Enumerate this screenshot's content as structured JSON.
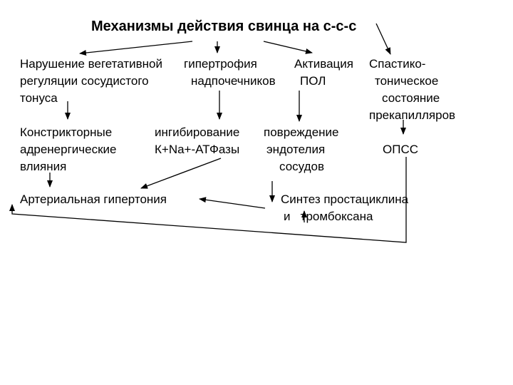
{
  "title": "Механизмы действия свинца на с-с-с",
  "nodes": {
    "veg_reg": [
      "Нарушение вегетативной",
      "регуляции сосудистого",
      " тонуса"
    ],
    "hypertrophy": [
      "гипертрофия",
      "надпочечников"
    ],
    "activation": [
      "Активация",
      "ПОЛ"
    ],
    "spastic": [
      "Спастико-",
      "тоническое",
      "состояние",
      "прекапилляров"
    ],
    "constrictor": [
      "Констрикторные",
      "адренергические",
      "влияния"
    ],
    "inhibition": [
      "ингибирование",
      "К+Na+-АТФазы"
    ],
    "damage": [
      "повреждение",
      "эндотелия",
      "сосудов"
    ],
    "opss": "ОПСС",
    "hypertension": "Артериальная гипертония",
    "synthesis": [
      "Синтез простациклина",
      "и   тромбоксана"
    ]
  }
}
